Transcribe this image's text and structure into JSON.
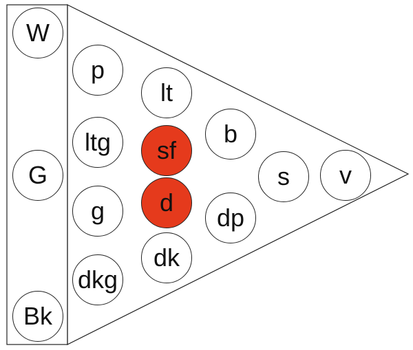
{
  "highlight_color": "#e53a1c",
  "nodes": {
    "W": "W",
    "G": "G",
    "Bk": "Bk",
    "p": "p",
    "ltg": "ltg",
    "g": "g",
    "dkg": "dkg",
    "lt": "lt",
    "sf": "sf",
    "d": "d",
    "dk": "dk",
    "b": "b",
    "dp": "dp",
    "s": "s",
    "v": "v"
  },
  "highlighted": [
    "sf",
    "d"
  ]
}
